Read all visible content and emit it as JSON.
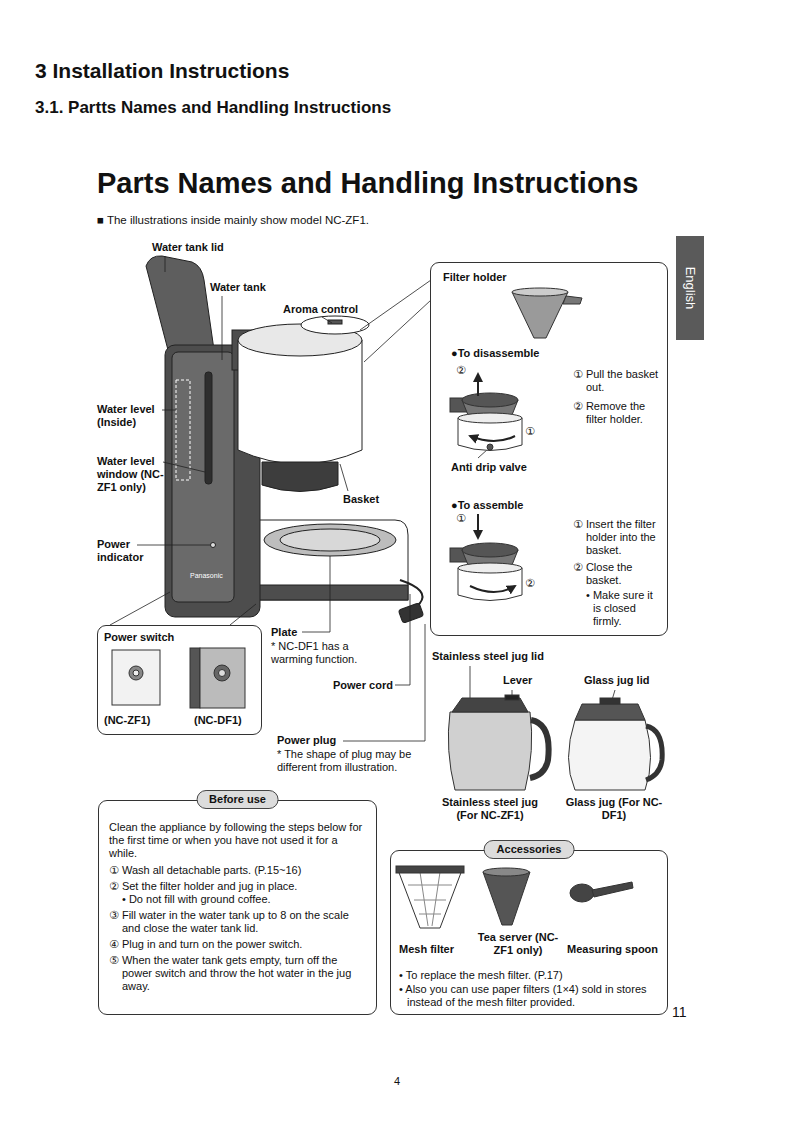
{
  "diagram": {
    "title": "Parts Names and Handling Instructions",
    "nodes": [
      {
        "text": [
          "English"
        ]
      },
      {
        "text": [
          "Filter holder",
          "●To disassemble",
          "① Pull the basket out.",
          "② Remove the filter holder.",
          "Anti drip valve",
          "●To assemble",
          "① Insert the filter holder into the basket.",
          "② Close the basket.",
          "• Make sure it is closed firmly."
        ]
      },
      {
        "text": [
          "Power switch",
          "(NC-ZF1)",
          "(NC-DF1)"
        ]
      },
      {
        "text": [
          "Clean the appliance by following the steps below for the first time or when you have not used it for a while.",
          "① Wash all detachable parts. (P.15~16)",
          "② Set the filter holder and jug in place.",
          "• Do not fill with ground coffee.",
          "③ Fill water in the water tank up to 8 on the scale and close the water tank lid.",
          "④ Plug in and turn on the power switch.",
          "⑤ When the water tank gets empty, turn off the power switch and throw the hot water in the jug away."
        ]
      },
      {
        "text": [
          "Before use"
        ],
        "in": 3
      },
      {
        "text": [
          "Mesh filter",
          "Tea server (NC-ZF1 only)",
          "Measuring spoon",
          "• To replace the mesh filter. (P.17)",
          "• Also you can use paper filters (1×4) sold in stores instead of the mesh filter provided."
        ]
      },
      {
        "text": [
          "Accessories"
        ],
        "in": 5
      }
    ],
    "labels": [
      "3 Installation Instructions",
      "3.1. Partts Names and Handling Instructions",
      "■ The illustrations inside mainly show model NC-ZF1.",
      "Water tank lid",
      "Water tank",
      "Aroma control",
      "Water level (Inside)",
      "Water level window (NC-ZF1 only)",
      "Basket",
      "Power indicator",
      "Panasonic",
      "Plate",
      "* NC-DF1 has a warming function.",
      "Power cord",
      "Power plug",
      "* The shape of plug may be different from illustration.",
      "②",
      "①",
      "①",
      "②",
      "Stainless steel jug lid",
      "Lever",
      "Glass jug lid",
      "Stainless steel jug (For NC-ZF1)",
      "Glass jug (For NC-DF1)",
      "11",
      "4"
    ]
  }
}
